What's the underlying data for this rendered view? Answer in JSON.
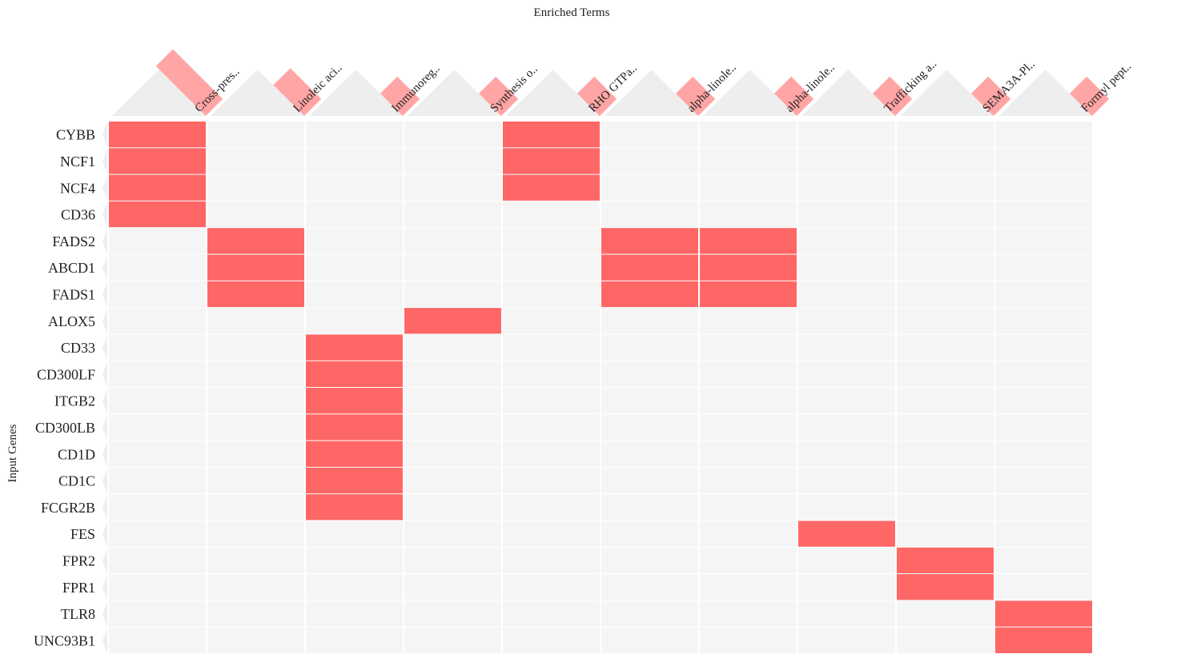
{
  "chart_data": {
    "type": "heatmap",
    "title": "Enriched Terms",
    "xlabel": "Enriched Terms",
    "ylabel": "Input Genes",
    "columns": [
      {
        "label": "Cross-pres..",
        "bar": 1.0
      },
      {
        "label": "Linoleic aci..",
        "bar": 0.62
      },
      {
        "label": "Immunoreg..",
        "bar": 0.45
      },
      {
        "label": "Synthesis o..",
        "bar": 0.45
      },
      {
        "label": "RHO GTPa..",
        "bar": 0.45
      },
      {
        "label": "alpha-linole..",
        "bar": 0.45
      },
      {
        "label": "alpha-linole..",
        "bar": 0.45
      },
      {
        "label": "Trafficking a..",
        "bar": 0.45
      },
      {
        "label": "SEMA3A-Pl..",
        "bar": 0.45
      },
      {
        "label": "Formyl pept..",
        "bar": 0.45
      }
    ],
    "rows": [
      "CYBB",
      "NCF1",
      "NCF4",
      "CD36",
      "FADS2",
      "ABCD1",
      "FADS1",
      "ALOX5",
      "CD33",
      "CD300LF",
      "ITGB2",
      "CD300LB",
      "CD1D",
      "CD1C",
      "FCGR2B",
      "FES",
      "FPR2",
      "FPR1",
      "TLR8",
      "UNC93B1"
    ],
    "matrix": [
      [
        1,
        0,
        0,
        0,
        1,
        0,
        0,
        0,
        0,
        0
      ],
      [
        1,
        0,
        0,
        0,
        1,
        0,
        0,
        0,
        0,
        0
      ],
      [
        1,
        0,
        0,
        0,
        1,
        0,
        0,
        0,
        0,
        0
      ],
      [
        1,
        0,
        0,
        0,
        0,
        0,
        0,
        0,
        0,
        0
      ],
      [
        0,
        1,
        0,
        0,
        0,
        1,
        1,
        0,
        0,
        0
      ],
      [
        0,
        1,
        0,
        0,
        0,
        1,
        1,
        0,
        0,
        0
      ],
      [
        0,
        1,
        0,
        0,
        0,
        1,
        1,
        0,
        0,
        0
      ],
      [
        0,
        0,
        0,
        1,
        0,
        0,
        0,
        0,
        0,
        0
      ],
      [
        0,
        0,
        1,
        0,
        0,
        0,
        0,
        0,
        0,
        0
      ],
      [
        0,
        0,
        1,
        0,
        0,
        0,
        0,
        0,
        0,
        0
      ],
      [
        0,
        0,
        1,
        0,
        0,
        0,
        0,
        0,
        0,
        0
      ],
      [
        0,
        0,
        1,
        0,
        0,
        0,
        0,
        0,
        0,
        0
      ],
      [
        0,
        0,
        1,
        0,
        0,
        0,
        0,
        0,
        0,
        0
      ],
      [
        0,
        0,
        1,
        0,
        0,
        0,
        0,
        0,
        0,
        0
      ],
      [
        0,
        0,
        1,
        0,
        0,
        0,
        0,
        0,
        0,
        0
      ],
      [
        0,
        0,
        0,
        0,
        0,
        0,
        0,
        1,
        0,
        0
      ],
      [
        0,
        0,
        0,
        0,
        0,
        0,
        0,
        0,
        1,
        0
      ],
      [
        0,
        0,
        0,
        0,
        0,
        0,
        0,
        0,
        1,
        0
      ],
      [
        0,
        0,
        0,
        0,
        0,
        0,
        0,
        0,
        0,
        1
      ],
      [
        0,
        0,
        0,
        0,
        0,
        0,
        0,
        0,
        0,
        1
      ]
    ],
    "colors": {
      "filled": "#ff6666",
      "empty": "#f5f5f5",
      "header_bar": "#ffa5a5",
      "header_triangle": "#eeeeee",
      "grid": "#ffffff"
    }
  }
}
